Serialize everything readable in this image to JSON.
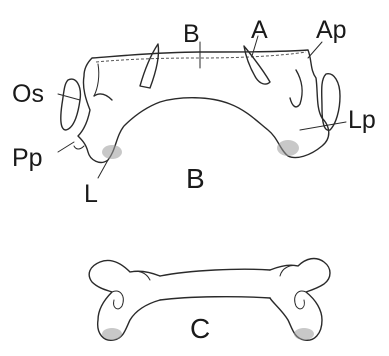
{
  "figure": {
    "panel_b": {
      "caption": "B",
      "labels": {
        "b": "B",
        "a": "A",
        "ap": "Ap",
        "os": "Os",
        "lp": "Lp",
        "pp": "Pp",
        "l": "L"
      }
    },
    "panel_c": {
      "caption": "C"
    }
  }
}
